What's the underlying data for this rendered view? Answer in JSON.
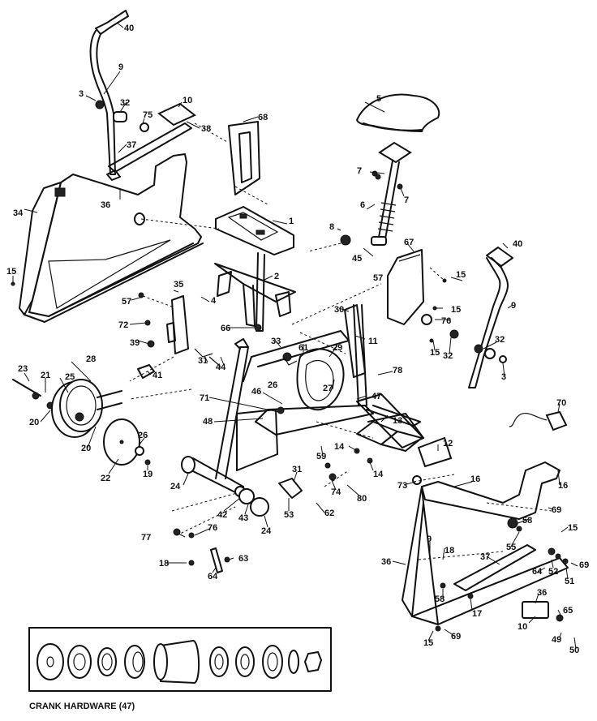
{
  "diagram": {
    "caption": "CRANK HARDWARE  (47)",
    "labels": {
      "p40a": "40",
      "p9a": "9",
      "p3a": "3",
      "p32a": "32",
      "p75": "75",
      "p10a": "10",
      "p38a": "38",
      "p68": "68",
      "p37a": "37",
      "p36a": "36",
      "p34": "34",
      "p15a": "15",
      "p5": "5",
      "p7a": "7",
      "p7b": "7",
      "p6": "6",
      "p1": "1",
      "p8": "8",
      "p45": "45",
      "p67": "67",
      "p15b": "15",
      "p40b": "40",
      "p2": "2",
      "p4": "4",
      "p35": "35",
      "p57a": "57",
      "p57b": "57",
      "p72": "72",
      "p39": "39",
      "p66": "66",
      "p33": "33",
      "p31a": "31",
      "p44": "44",
      "p41": "41",
      "p61": "61",
      "p29": "29",
      "p11": "11",
      "p30": "30",
      "p15c": "15",
      "p76a": "76",
      "p15d": "15",
      "p9b": "9",
      "p32b": "32",
      "p32c": "32",
      "p3b": "3",
      "p23": "23",
      "p21": "21",
      "p28": "28",
      "p25": "25",
      "p20a": "20",
      "p20b": "20",
      "p26a": "26",
      "p26b": "26",
      "p22": "22",
      "p19": "19",
      "p71": "71",
      "p46": "46",
      "p48": "48",
      "p27": "27",
      "p47": "47",
      "p78": "78",
      "p70": "70",
      "p13": "13",
      "p12": "12",
      "p14a": "14",
      "p14b": "14",
      "p59": "59",
      "p24a": "24",
      "p42": "42",
      "p43": "43",
      "p24b": "24",
      "p31b": "31",
      "p74": "74",
      "p80": "80",
      "p53": "53",
      "p62": "62",
      "p73": "73",
      "p16a": "16",
      "p16b": "16",
      "p69a": "69",
      "p58a": "58",
      "p15e": "15",
      "p55": "55",
      "p77": "77",
      "p76b": "76",
      "p18a": "18",
      "p63": "63",
      "p64a": "64",
      "p9c": "9",
      "p18b": "18",
      "p36b": "36",
      "p37b": "37",
      "p64b": "64",
      "p52": "52",
      "p51": "51",
      "p69b": "69",
      "p58b": "58",
      "p17": "17",
      "p36c": "36",
      "p65": "65",
      "p10b": "10",
      "p49": "49",
      "p50": "50",
      "p15f": "15",
      "p69c": "69"
    }
  }
}
